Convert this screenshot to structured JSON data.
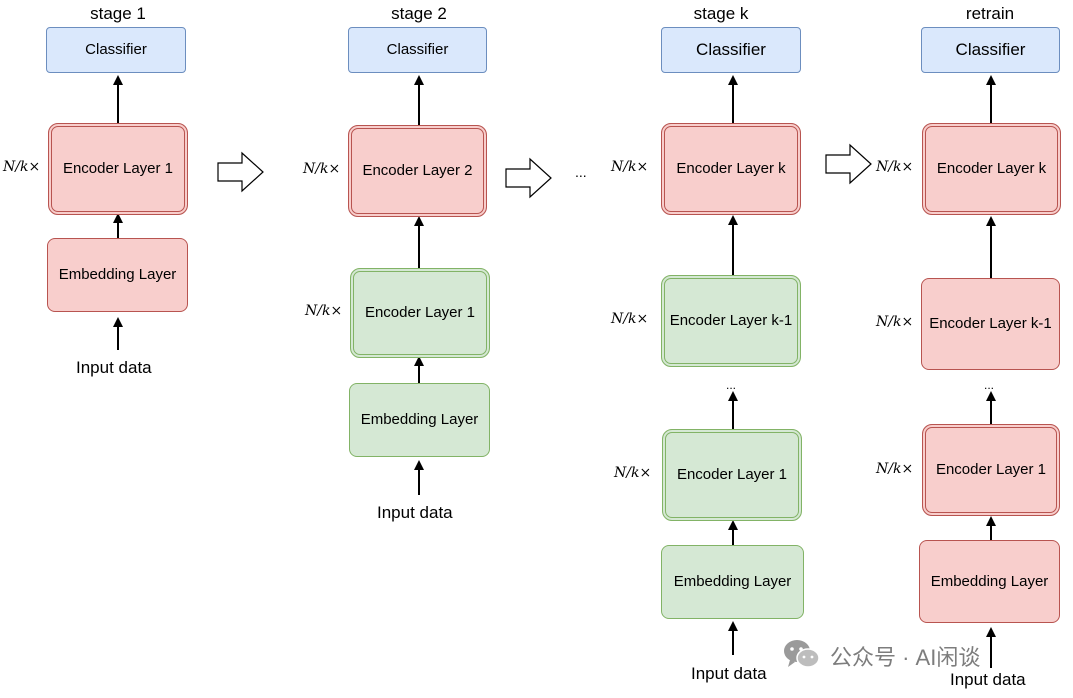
{
  "titles": {
    "stage1": "stage 1",
    "stage2": "stage 2",
    "stagek": "stage k",
    "retrain": "retrain"
  },
  "classifier": "Classifier",
  "embedding": "Embedding Layer",
  "encoders": {
    "layer1": "Encoder Layer 1",
    "layer2": "Encoder Layer 2",
    "layerk": "Encoder Layer k",
    "layerk_minus_1": "Encoder Layer k-1"
  },
  "repeat_label": "N/k×",
  "input_label": "Input data",
  "ellipsis": "...",
  "ellipsis_small": "...",
  "watermark": "公众号 · AI闲谈",
  "colors": {
    "classifier_fill": "#dae8fc",
    "classifier_stroke": "#6c8ebf",
    "trainable_fill": "#f8cecc",
    "trainable_stroke": "#b85450",
    "frozen_fill": "#d5e8d4",
    "frozen_stroke": "#82b366"
  }
}
